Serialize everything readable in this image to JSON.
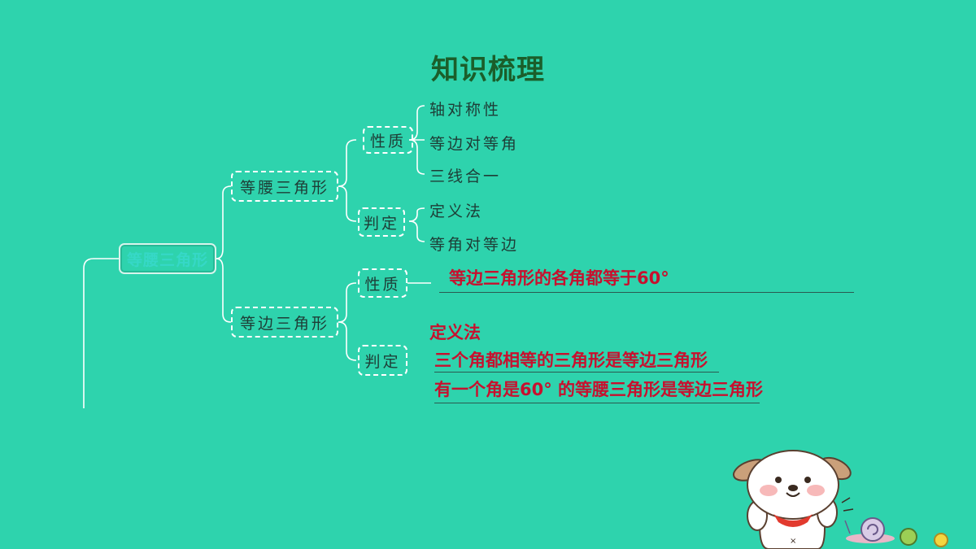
{
  "title": "知识梳理",
  "root": "等腰三角形",
  "branches": {
    "isosceles": {
      "label": "等腰三角形",
      "property_label": "性质",
      "properties": [
        "轴对称性",
        "等边对等角",
        "三线合一"
      ],
      "criteria_label": "判定",
      "criteria": [
        "定义法",
        "等角对等边"
      ]
    },
    "equilateral": {
      "label": "等边三角形",
      "property_label": "性质",
      "property_answer": "等边三角形的各角都等于60°",
      "criteria_label": "判定",
      "criteria_answers": [
        "定义法",
        "三个角都相等的三角形是等边三角形",
        "有一个角是60° 的等腰三角形是等边三角形"
      ]
    }
  },
  "colors": {
    "background": "#2ed3ad",
    "title": "#1b5e2a",
    "answer": "#c8102e",
    "line": "#ffffff"
  },
  "decoration": "cartoon-puppy-with-snail"
}
